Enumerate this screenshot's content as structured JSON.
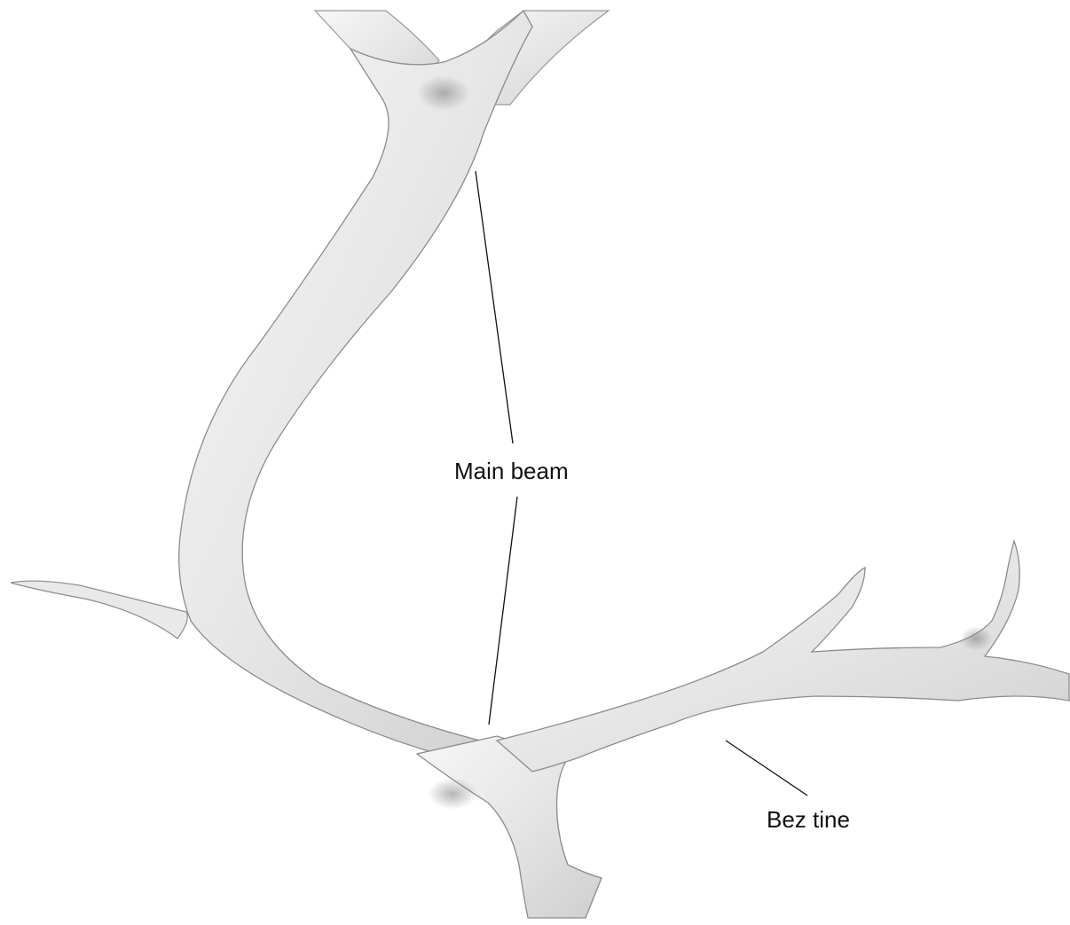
{
  "figure": {
    "subject": "antler-illustration",
    "labels": {
      "main_beam": "Main beam",
      "bez_tine": "Bez tine"
    },
    "colors": {
      "background": "#ffffff",
      "antler_fill": "#ececec",
      "antler_shadow": "#bdbdbd",
      "antler_outline": "#8c8c8c",
      "text": "#111111"
    }
  }
}
